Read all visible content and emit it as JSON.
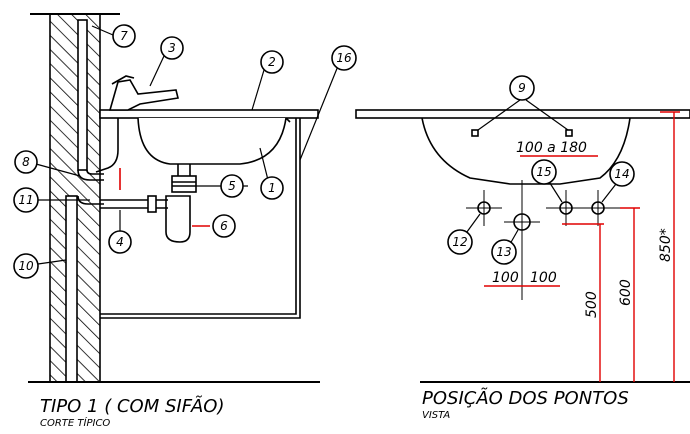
{
  "left_view": {
    "title": "TIPO 1 ( COM SIFÃO)",
    "subtitle": "CORTE TÍPICO",
    "callouts": [
      "1",
      "2",
      "3",
      "4",
      "5",
      "6",
      "7",
      "8",
      "10",
      "11",
      "16"
    ]
  },
  "right_view": {
    "title": "POSIÇÃO DOS PONTOS",
    "subtitle": "VISTA",
    "callouts": [
      "9",
      "12",
      "13",
      "14",
      "15"
    ],
    "dimensions": {
      "spacing_range": "100 a 180",
      "left_spacing": "100",
      "right_spacing": "100",
      "height_500": "500",
      "height_600": "600",
      "height_850": "850*"
    }
  },
  "colors": {
    "line": "#000000",
    "dimension": "#e00000"
  }
}
